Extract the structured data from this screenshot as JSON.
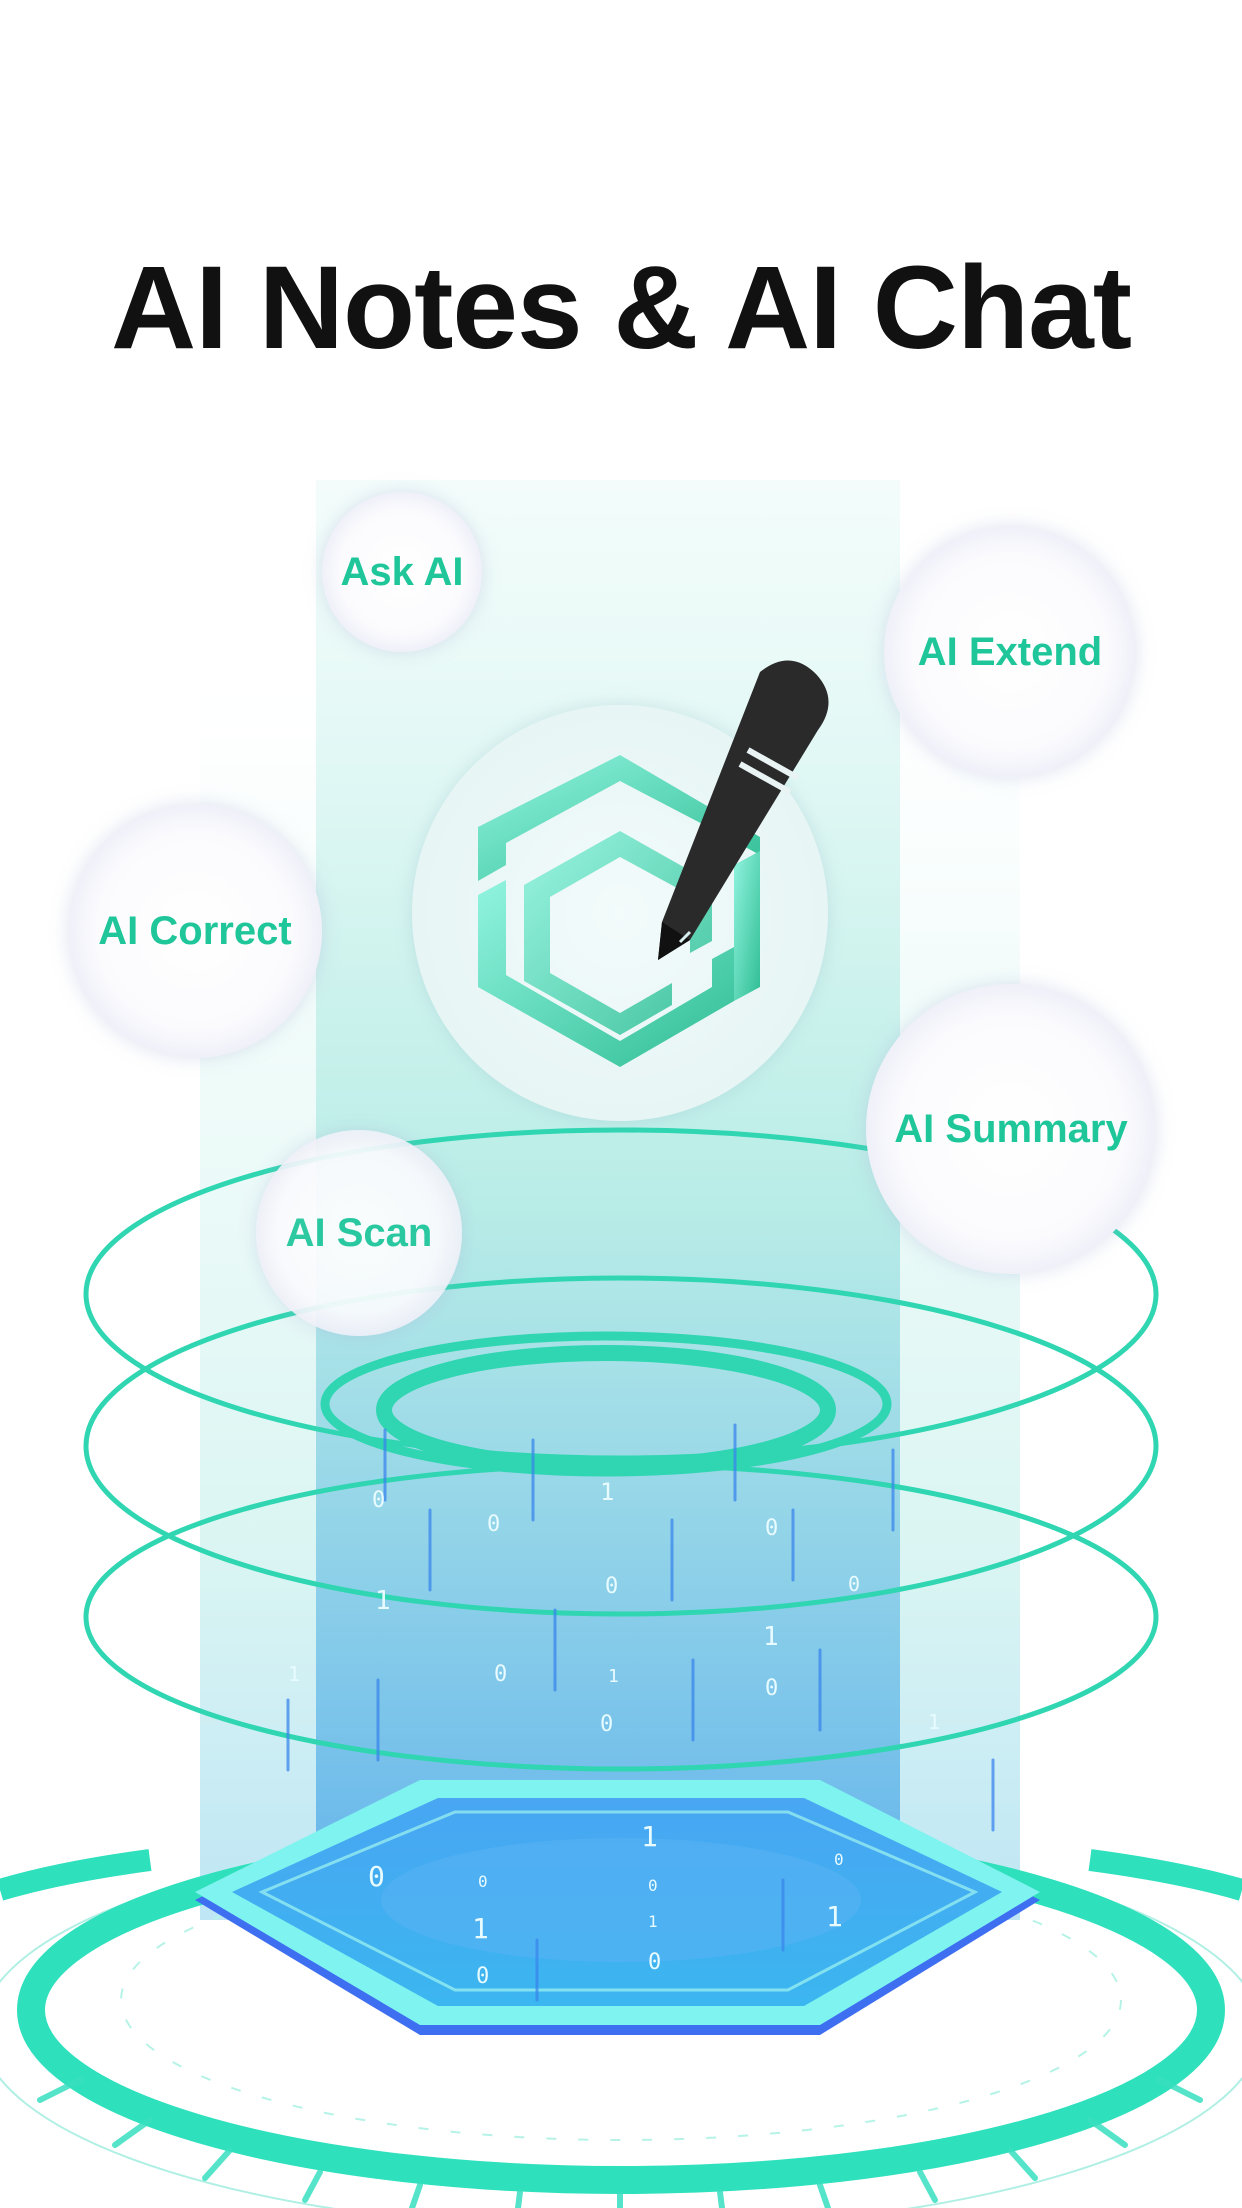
{
  "header": {
    "title": "AI Notes & AI Chat"
  },
  "features": {
    "ask_ai": "Ask AI",
    "ai_extend": "AI Extend",
    "ai_correct": "AI Correct",
    "ai_summary": "AI Summary",
    "ai_scan": "AI Scan"
  },
  "binary_digits": [
    "0",
    "1",
    "0",
    "1",
    "0",
    "0",
    "1",
    "0",
    "1",
    "0",
    "1",
    "0",
    "1",
    "0",
    "0",
    "1",
    "0",
    "1",
    "0",
    "0",
    "1",
    "1",
    "0",
    "0"
  ],
  "icons": {
    "logo": "hexagon-logo-icon",
    "pen": "pen-icon"
  },
  "colors": {
    "accent": "#1fc69a",
    "title": "#111111",
    "ring": "#2fd6b1",
    "platform": "#2f7bea"
  }
}
